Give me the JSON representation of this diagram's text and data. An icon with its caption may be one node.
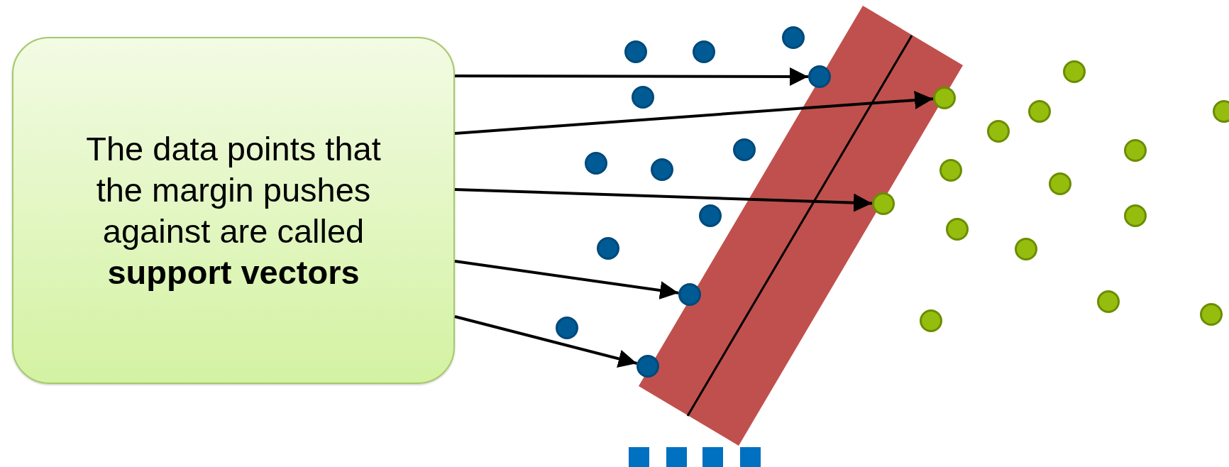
{
  "diagram": {
    "nodes": [
      {
        "text": [
          "The data points that the margin pushes against are called **support vectors**"
        ]
      },
      {
        "text": [],
        "shape": "circle"
      },
      {
        "text": [],
        "shape": "circle"
      },
      {
        "text": [],
        "shape": "circle"
      },
      {
        "text": [],
        "shape": "circle"
      },
      {
        "text": [],
        "shape": "circle"
      },
      {
        "text": [],
        "shape": "circle"
      },
      {
        "text": [],
        "shape": "circle"
      },
      {
        "text": [],
        "shape": "circle"
      },
      {
        "text": [],
        "shape": "circle"
      },
      {
        "text": [],
        "shape": "circle"
      },
      {
        "text": [],
        "shape": "circle"
      },
      {
        "text": [],
        "shape": "circle"
      },
      {
        "text": [],
        "shape": "circle"
      },
      {
        "text": [],
        "shape": "circle"
      },
      {
        "text": [],
        "shape": "circle"
      },
      {
        "text": [],
        "shape": "circle"
      },
      {
        "text": [],
        "shape": "circle"
      },
      {
        "text": [],
        "shape": "circle"
      },
      {
        "text": [],
        "shape": "circle"
      },
      {
        "text": [],
        "shape": "circle"
      },
      {
        "text": [],
        "shape": "circle"
      },
      {
        "text": [],
        "shape": "circle"
      },
      {
        "text": [],
        "shape": "circle"
      },
      {
        "text": [],
        "shape": "circle"
      },
      {
        "text": [],
        "shape": "circle"
      },
      {
        "text": [],
        "shape": "circle"
      },
      {
        "text": [],
        "shape": "circle"
      },
      {
        "text": [],
        "shape": "circle"
      }
    ],
    "edges": [
      {
        "from": 0,
        "to": 1,
        "arrow": "to"
      },
      {
        "from": 0,
        "to": 2,
        "arrow": "to"
      },
      {
        "from": 0,
        "to": 3,
        "arrow": "to"
      },
      {
        "from": 0,
        "to": 4,
        "arrow": "to"
      },
      {
        "from": 0,
        "to": 5,
        "arrow": "to"
      }
    ]
  }
}
